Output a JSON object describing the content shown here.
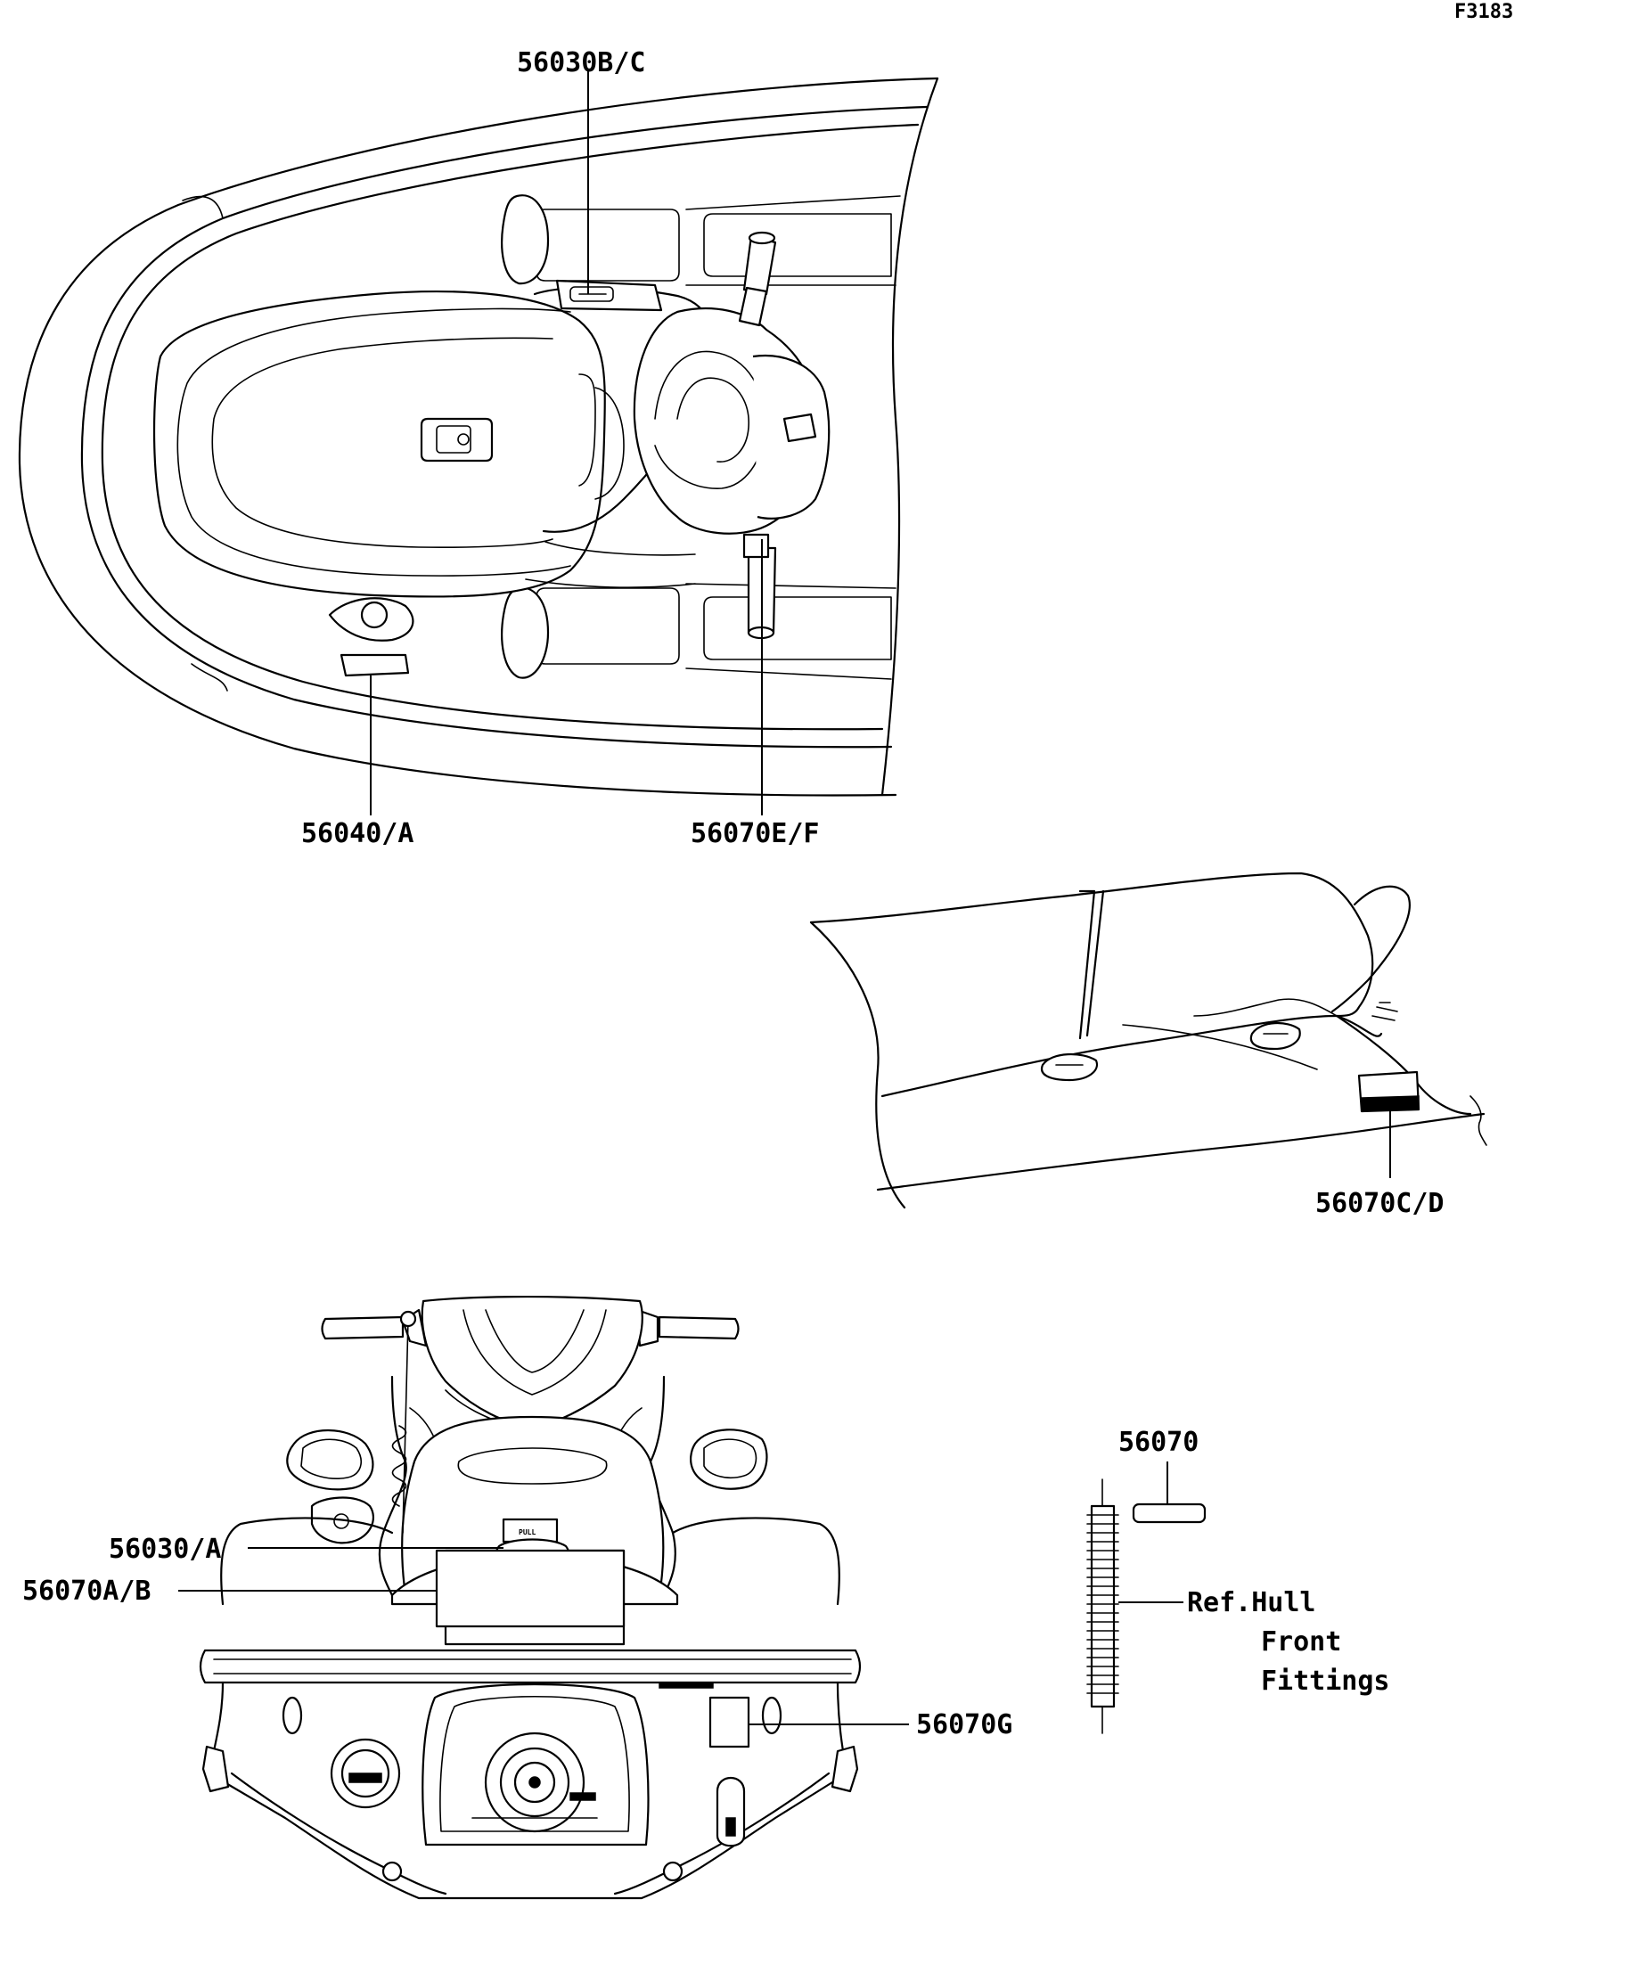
{
  "diagram": {
    "figure_id": "F3183",
    "callouts": {
      "top_view_seat_label": "56030B/C",
      "front_deck_label": "56040/A",
      "steering_label": "56070E/F",
      "side_hull_label": "56070C/D",
      "rear_plate_label": "56030/A",
      "rear_deck_label": "56070A/B",
      "transom_label": "56070G",
      "loose_label": "56070"
    },
    "reference_note": {
      "line1": "Ref.Hull",
      "line2": "Front",
      "line3": "Fittings"
    }
  }
}
